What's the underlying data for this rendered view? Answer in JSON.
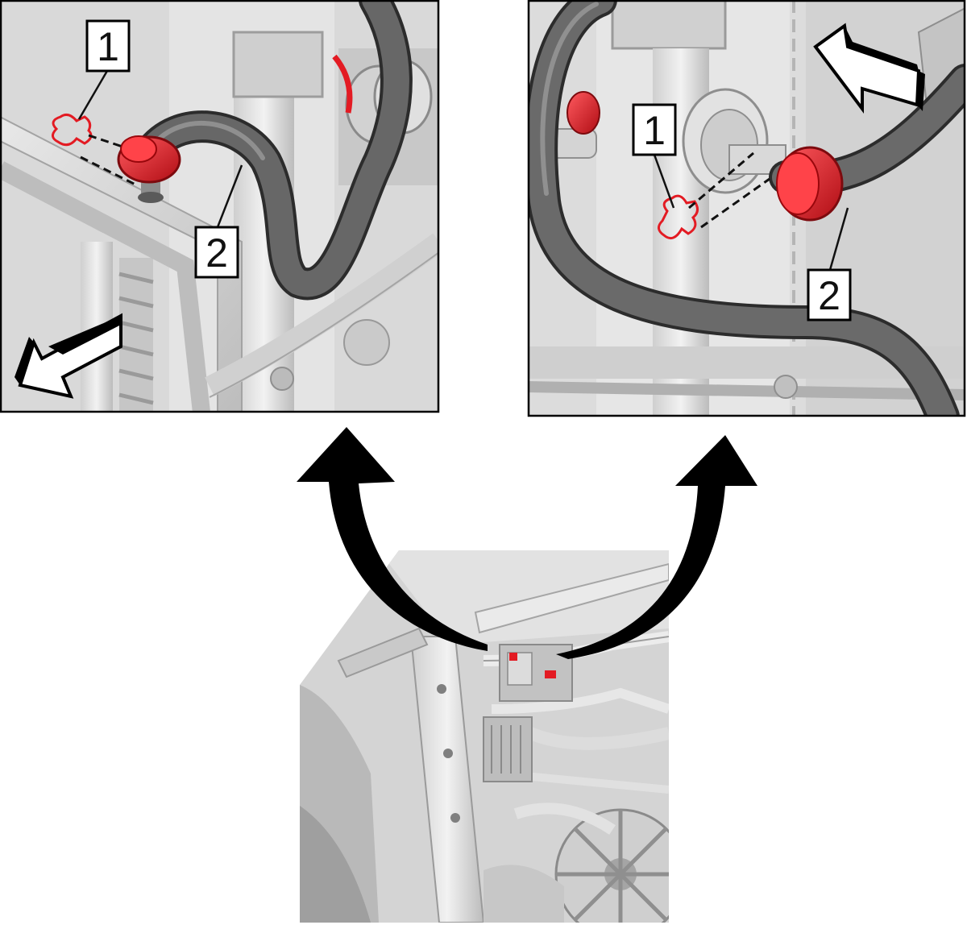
{
  "diagram": {
    "panels": [
      {
        "id": "left-detail",
        "callouts": [
          {
            "label": "1",
            "part": "spring-clip"
          },
          {
            "label": "2",
            "part": "hose"
          }
        ],
        "arrow": "lower-left"
      },
      {
        "id": "right-detail",
        "callouts": [
          {
            "label": "1",
            "part": "spring-clip"
          },
          {
            "label": "2",
            "part": "hose"
          }
        ],
        "arrow": "upper-left"
      }
    ],
    "overview": {
      "highlights": 2
    },
    "colors": {
      "background": "#ffffff",
      "metal": "#d6d6d6",
      "metal_dark": "#a9a9a9",
      "hose": "#5e5e5e",
      "hose_edge": "#2c2c2c",
      "highlight": "#e31b23",
      "arrow": "#000000",
      "label_box": "#ffffff"
    }
  }
}
